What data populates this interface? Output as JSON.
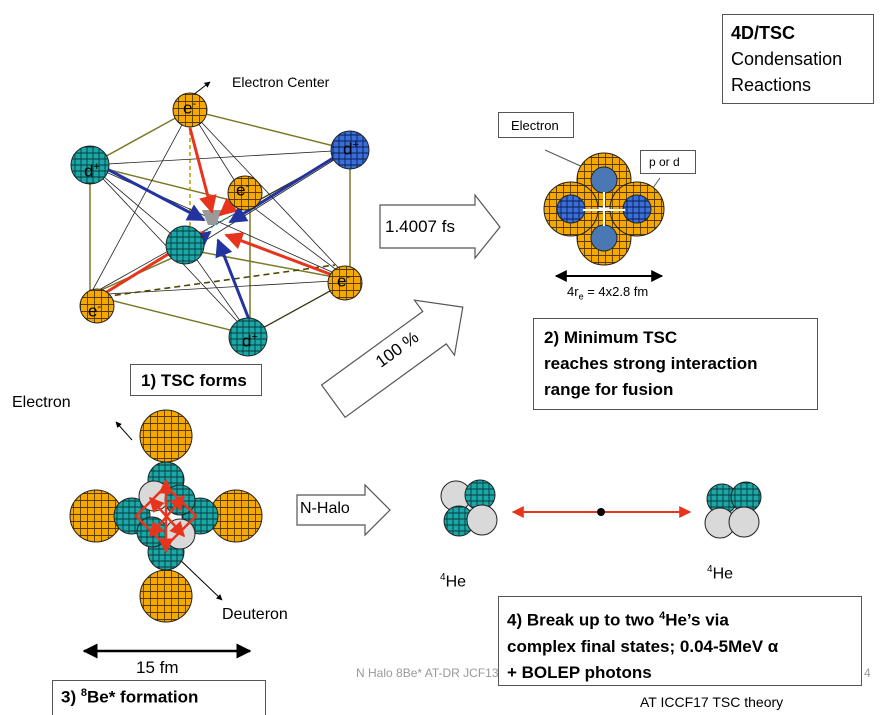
{
  "title_box": {
    "line1": "4D/TSC",
    "line2": "Condensation",
    "line3": "Reactions"
  },
  "cube": {
    "electron_center_label": "Electron Center",
    "electron_label": "e",
    "electron_sup": "-",
    "deuteron_label": "d",
    "deuteron_sup": "+"
  },
  "step1": {
    "label": "1) TSC forms"
  },
  "transition": {
    "time_label": "1.4007 fs",
    "percent_label": "100 %",
    "nhalo_label": "N-Halo"
  },
  "min_tsc": {
    "electron_callout": "Electron",
    "pd_callout": "p or d",
    "size_label_pre": "4r",
    "size_label_sub": "e",
    "size_label_post": " = 4x2.8 fm"
  },
  "step2": {
    "line1": "2) Minimum TSC",
    "line2": "reaches strong interaction",
    "line3": "range  for fusion"
  },
  "be8": {
    "electron_label": "Electron",
    "deuteron_label": "Deuteron",
    "size_label": "15 fm"
  },
  "step3": {
    "pre": "3) ",
    "sup": "8",
    "post": "Be* formation"
  },
  "he4": {
    "sup": "4",
    "name": "He"
  },
  "step4": {
    "line1_pre": "4) Break up to two ",
    "line1_sup": "4",
    "line1_post": "He’s via",
    "line2": "complex final states; 0.04-5MeV α",
    "line3": "+ BOLEP photons"
  },
  "footer": {
    "center": "N Halo 8Be* AT-DR JCF13",
    "right": "AT ICCF17 TSC theory",
    "page": "4"
  },
  "colors": {
    "electron": "#f5a800",
    "deuteron": "#1aa7a7",
    "deuteron_blue": "#3b6fd8",
    "red_arrow": "#e8341c",
    "blue_arrow": "#2333a0"
  }
}
